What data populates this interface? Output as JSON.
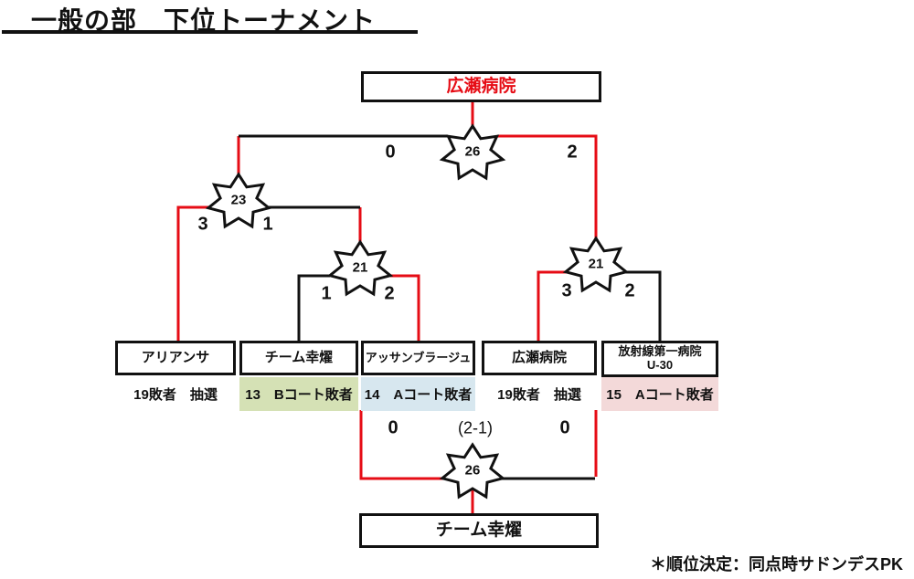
{
  "title": "一般の部　下位トーナメント",
  "footnote": "＊順位決定：同点時サドンデスPK",
  "colors": {
    "red": "#e60c15",
    "line_black": "#111111",
    "green_bg": "#d5e1b5",
    "blue_bg": "#d7e7ef",
    "pink_bg": "#f3d9d9"
  },
  "champion": {
    "name": "広瀬病院"
  },
  "consolation_winner": {
    "name": "チーム幸燿"
  },
  "matches": {
    "final": {
      "number": "26",
      "left_score": "0",
      "right_score": "2"
    },
    "semifinal": {
      "number": "23",
      "left_score": "3",
      "right_score": "1"
    },
    "quarter_left": {
      "number": "21",
      "left_score": "1",
      "right_score": "2"
    },
    "quarter_right": {
      "number": "21",
      "left_score": "3",
      "right_score": "2"
    },
    "consolation": {
      "number": "26",
      "left_score": "0",
      "right_score": "0",
      "pk_score": "(2-1)"
    }
  },
  "teams": [
    {
      "name": "アリアンサ",
      "note": "19敗者　抽選"
    },
    {
      "name": "チーム幸燿",
      "note": "13　Bコート敗者",
      "note_bg": "#d5e1b5"
    },
    {
      "name": "アッサンブラージュ",
      "note": "14　Aコート敗者",
      "note_bg": "#d7e7ef"
    },
    {
      "name": "広瀬病院",
      "note": "19敗者　抽選"
    },
    {
      "name": "放射線第一病院",
      "sub": "U-30",
      "note": "15　Aコート敗者",
      "note_bg": "#f3d9d9"
    }
  ]
}
